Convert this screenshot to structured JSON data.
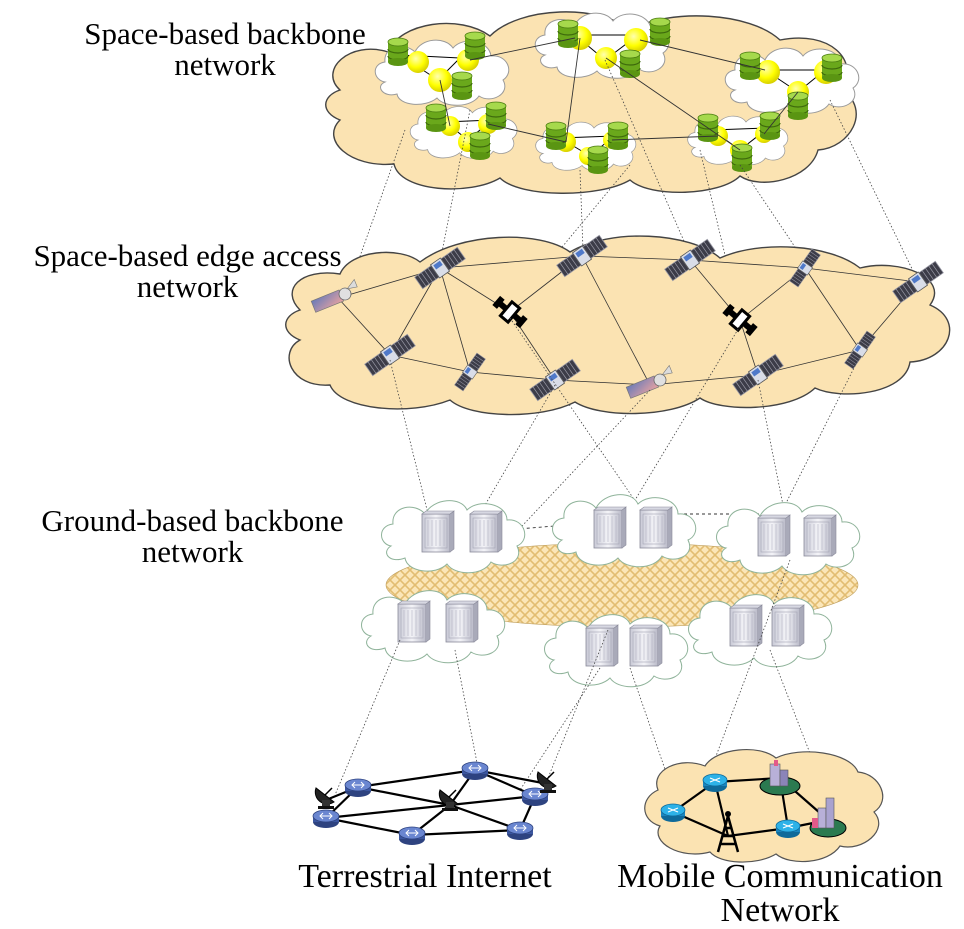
{
  "layers": {
    "space_backbone": {
      "line1": "Space-based backbone",
      "line2": "network"
    },
    "space_edge_access": {
      "line1": "Space-based edge access",
      "line2": "network"
    },
    "ground_backbone": {
      "line1": "Ground-based backbone",
      "line2": "network"
    },
    "terrestrial_internet": {
      "label": "Terrestrial Internet"
    },
    "mobile_network": {
      "line1": "Mobile Communication",
      "line2": "Network"
    }
  },
  "colors": {
    "cloud_fill": "#fbe3b2",
    "cloud_stroke": "#555555",
    "satellite_node": "#ffff00",
    "server_stack": "#7cbd22",
    "router": "#4a63a8",
    "mesh_pattern": "#e6c37a"
  },
  "icons": [
    "server-stack-icon",
    "satellite-icon",
    "rack-server-icon",
    "router-icon",
    "radar-dish-icon",
    "cell-tower-icon",
    "building-icon"
  ]
}
